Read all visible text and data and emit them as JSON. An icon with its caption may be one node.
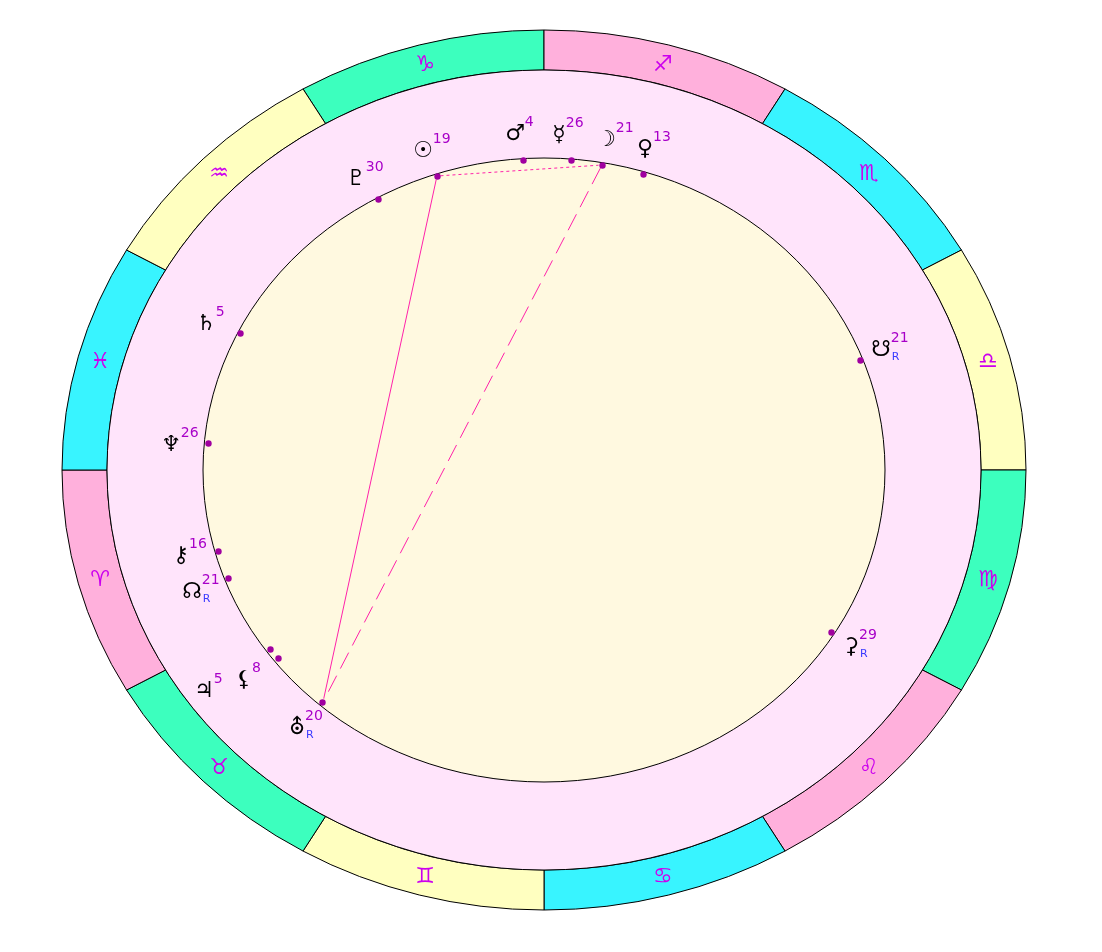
{
  "diagram": {
    "nodes": [
      {
        "text": [
          "♑"
        ]
      },
      {
        "text": [
          "♐"
        ]
      },
      {
        "text": [
          "♏"
        ]
      },
      {
        "text": [
          "♎"
        ]
      },
      {
        "text": [
          "♍"
        ]
      },
      {
        "text": [
          "♌"
        ]
      },
      {
        "text": [
          "♋"
        ]
      },
      {
        "text": [
          "♊"
        ]
      },
      {
        "text": [
          "♉"
        ]
      },
      {
        "text": [
          "♈"
        ]
      },
      {
        "text": [
          "♓"
        ]
      },
      {
        "text": [
          "♒"
        ]
      },
      {
        "text": [],
        "shape": "circle"
      },
      {
        "text": [
          "♇",
          "30"
        ],
        "in": 12
      },
      {
        "text": [
          "☉",
          "19"
        ],
        "in": 12
      },
      {
        "text": [
          "♂",
          "4"
        ],
        "in": 12
      },
      {
        "text": [
          "☿",
          "26"
        ],
        "in": 12
      },
      {
        "text": [
          "☽",
          "21"
        ],
        "in": 12
      },
      {
        "text": [
          "♀",
          "13"
        ],
        "in": 12
      },
      {
        "text": [
          "♄",
          "5"
        ],
        "in": 12
      },
      {
        "text": [
          "☋",
          "21",
          "R"
        ],
        "in": 12
      },
      {
        "text": [
          "♆",
          "26"
        ],
        "in": 12
      },
      {
        "text": [
          "⚷",
          "16"
        ],
        "in": 12
      },
      {
        "text": [
          "☊",
          "21",
          "R"
        ],
        "in": 12
      },
      {
        "text": [
          "⚳",
          "29",
          "R"
        ],
        "in": 12
      },
      {
        "text": [
          "♃",
          "5"
        ],
        "in": 12
      },
      {
        "text": [
          "⚸",
          "8"
        ],
        "in": 12
      },
      {
        "text": [
          "⛢",
          "20",
          "R"
        ],
        "in": 12
      }
    ],
    "edges": [
      {
        "from": 14,
        "to": 17,
        "arrow": "none",
        "style": "dashed"
      },
      {
        "from": 14,
        "to": 27,
        "arrow": "none"
      },
      {
        "from": 17,
        "to": 27,
        "arrow": "none",
        "style": "dashed"
      }
    ]
  }
}
